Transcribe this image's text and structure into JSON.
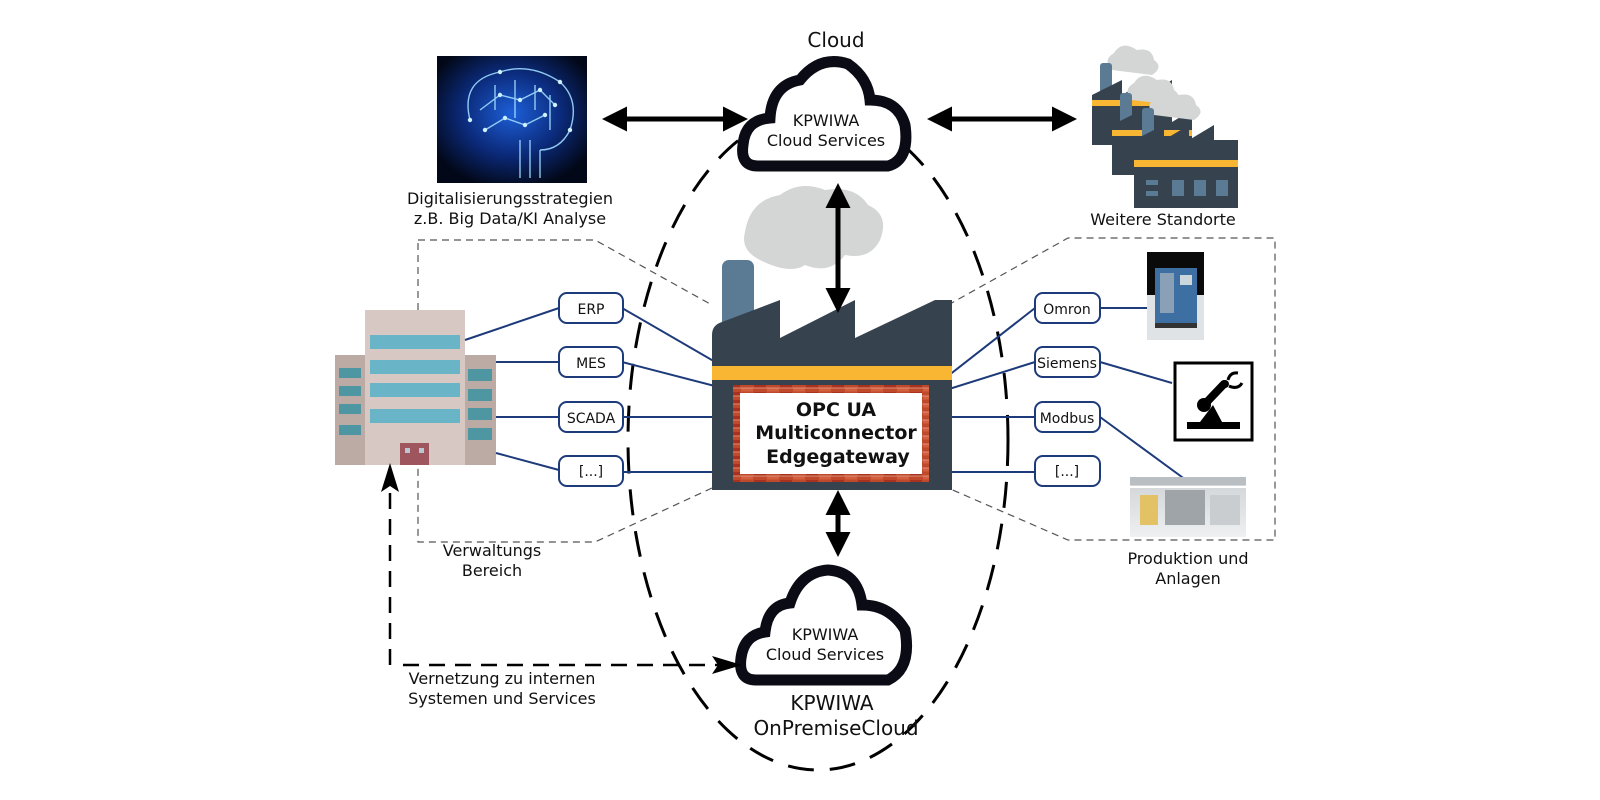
{
  "cloud": {
    "title": "Cloud",
    "services_line1": "KPWIWA",
    "services_line2": "Cloud Services"
  },
  "onprem": {
    "services_line1": "KPWIWA",
    "services_line2": "Cloud Services",
    "title_line1": "KPWIWA",
    "title_line2": "OnPremiseCloud"
  },
  "ai": {
    "caption_line1": "Digitalisierungsstrategien",
    "caption_line2": "z.B. Big Data/KI Analyse"
  },
  "sites": {
    "caption": "Weitere Standorte"
  },
  "gateway": {
    "line1": "OPC UA",
    "line2": "Multiconnector",
    "line3": "Edgegateway"
  },
  "admin": {
    "caption_line1": "Verwaltungs",
    "caption_line2": "Bereich",
    "systems": [
      "ERP",
      "MES",
      "SCADA",
      "[...]"
    ]
  },
  "production": {
    "caption_line1": "Produktion und",
    "caption_line2": "Anlagen",
    "protocols": [
      "Omron",
      "Siemens",
      "Modbus",
      "[...]"
    ]
  },
  "network": {
    "caption_line1": "Vernetzung zu internen",
    "caption_line2": "Systemen und Services"
  },
  "colors": {
    "connector": "#1d3a7a",
    "factory_body": "#36434f",
    "factory_stripe": "#f8b632",
    "chimney": "#5b7a93",
    "smoke": "#d3d6d4",
    "brick": "#c0492c"
  }
}
